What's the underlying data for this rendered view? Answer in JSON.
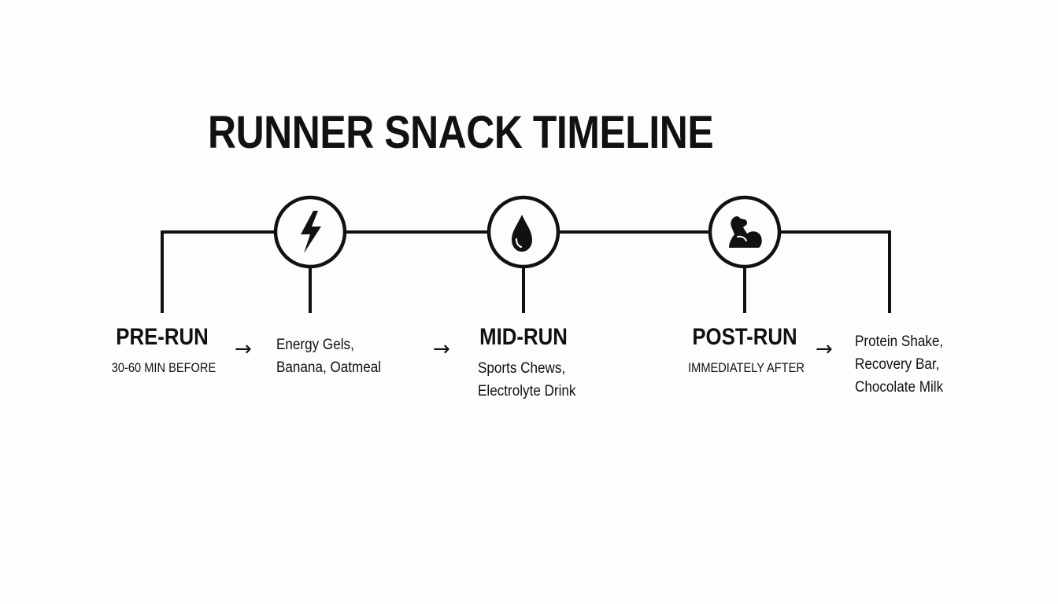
{
  "title": "RUNNER SNACK TIMELINE",
  "stages": [
    {
      "label": "PRE-RUN",
      "timing": "30-60 MIN BEFORE",
      "icon": "lightning-bolt-icon",
      "foods": [
        "Energy Gels,",
        "Banana, Oatmeal"
      ]
    },
    {
      "label": "MID-RUN",
      "timing": "",
      "icon": "water-drop-icon",
      "foods": [
        "Sports Chews,",
        "Electrolyte Drink"
      ]
    },
    {
      "label": "POST-RUN",
      "timing": "IMMEDIATELY AFTER",
      "icon": "flexed-arm-icon",
      "foods": [
        "Protein Shake,",
        "Recovery Bar,",
        "Chocolate Milk"
      ]
    }
  ],
  "arrow_glyph": "→",
  "colors": {
    "ink": "#111111",
    "background": "#fdfdfd"
  }
}
